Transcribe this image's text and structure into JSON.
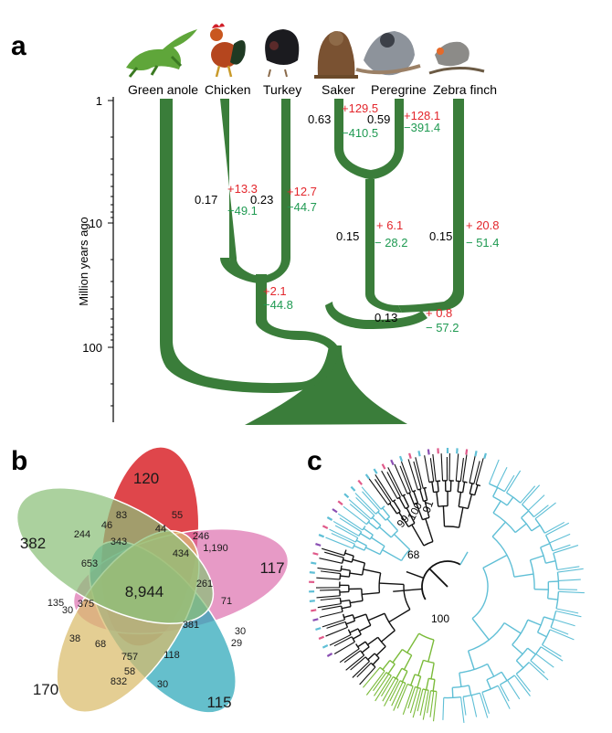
{
  "panels": {
    "a": "a",
    "b": "b",
    "c": "c"
  },
  "panel_a": {
    "species": [
      "Green anole",
      "Chicken",
      "Turkey",
      "Saker",
      "Peregrine",
      "Zebra finch"
    ],
    "axis_title": "Million years ago",
    "axis_ticks": [
      "1",
      "10",
      "100"
    ],
    "rates": [
      "0.63",
      "0.59",
      "0.17",
      "0.23",
      "0.15",
      "0.15",
      "0.13"
    ],
    "gains": [
      "+129.5",
      "+128.1",
      "+13.3",
      "+12.7",
      "+ 6.1",
      "+ 20.8",
      "+2.1",
      "+ 0.8"
    ],
    "losses": [
      "−410.5",
      "−391.4",
      "−49.1",
      "−44.7",
      "− 28.2",
      "− 51.4",
      "−44.8",
      "− 57.2"
    ],
    "colors": {
      "tree": "#3a7d3a",
      "gain": "#e3262c",
      "loss": "#1f9a52"
    }
  },
  "panel_b": {
    "outer": [
      "120",
      "117",
      "115",
      "170",
      "382"
    ],
    "center": "8,944",
    "regions": [
      "55",
      "83",
      "46",
      "44",
      "246",
      "1,190",
      "244",
      "343",
      "434",
      "653",
      "261",
      "71",
      "135",
      "375",
      "30",
      "381",
      "30",
      "29",
      "38",
      "68",
      "757",
      "118",
      "58",
      "832",
      "30"
    ],
    "colors": {
      "red": "#d9262b",
      "pink": "#dd6fae",
      "teal": "#2aa6b8",
      "yellow": "#d9bb6a",
      "green": "#8bbf78"
    }
  },
  "panel_c": {
    "bootstrap": [
      "91",
      "100",
      "99",
      "68",
      "100"
    ],
    "colors": {
      "blue": "#5fbfd6",
      "green": "#7bbb3a",
      "black": "#111111",
      "pink": "#e05a8a",
      "purple": "#8a4fb3"
    }
  }
}
